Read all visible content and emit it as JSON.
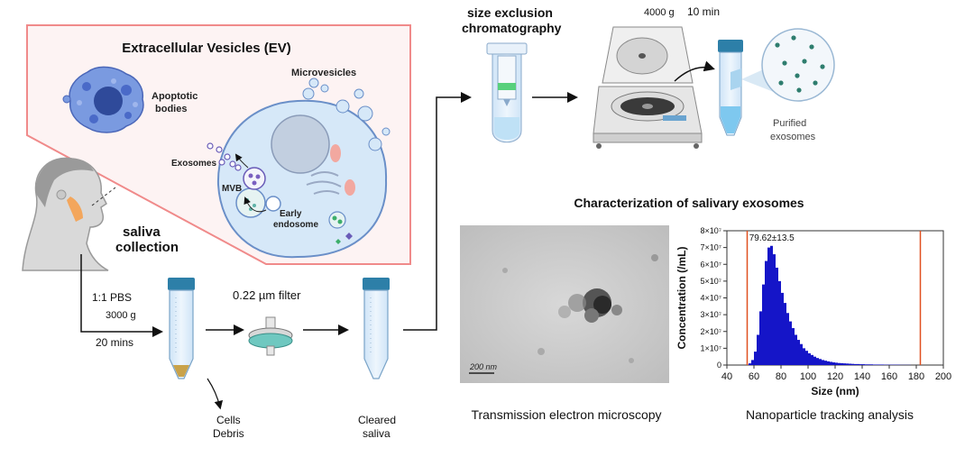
{
  "ev_panel": {
    "title": "Extracellular Vesicles (EV)",
    "apoptotic_line1": "Apoptotic",
    "apoptotic_line2": "bodies",
    "microvesicles": "Microvesicles",
    "exosomes": "Exosomes",
    "mvb": "MVB",
    "early_line1": "Early",
    "early_line2": "endosome"
  },
  "collection": {
    "line1": "saliva",
    "line2": "collection",
    "pbs": "1:1 PBS",
    "g": "3000 g",
    "time": "20 mins",
    "filter": "0.22 µm filter",
    "cells_line1": "Cells",
    "cells_line2": "Debris",
    "cleared_line1": "Cleared",
    "cleared_line2": "saliva"
  },
  "purification": {
    "sec_line1": "size exclusion",
    "sec_line2": "chromatography",
    "g": "4000 g",
    "time": "10 min",
    "purified_line1": "Purified",
    "purified_line2": "exosomes"
  },
  "characterization": {
    "title": "Characterization of salivary exosomes",
    "tem_scale": "200 nm",
    "tem_label": "Transmission electron microscopy",
    "nta_label": "Nanoparticle tracking analysis"
  },
  "colors": {
    "pink_border": "#f08080",
    "pink_fill": "#fdecec",
    "cell_blue": "#cfe3f6",
    "bar_blue": "#1515c8",
    "marker_red": "#e05020"
  },
  "chart_data": {
    "type": "bar",
    "xlabel": "Size (nm)",
    "ylabel": "Concentration (/mL)",
    "xlim": [
      40,
      200
    ],
    "ylim": [
      0,
      8
    ],
    "x_ticks": [
      "40",
      "60",
      "80",
      "100",
      "120",
      "140",
      "160",
      "180",
      "200"
    ],
    "y_ticks": [
      "0",
      "1×10⁷",
      "2×10⁷",
      "3×10⁷",
      "4×10⁷",
      "5×10⁷",
      "6×10⁷",
      "7×10⁷",
      "8×10⁷"
    ],
    "annotation": "79.62±13.5",
    "vertical_lines": [
      55,
      183
    ],
    "x": [
      57,
      59,
      61,
      63,
      65,
      67,
      69,
      71,
      73,
      75,
      77,
      79,
      81,
      83,
      85,
      87,
      89,
      91,
      93,
      95,
      97,
      99,
      101,
      103,
      105,
      107,
      109,
      111,
      113,
      115,
      117,
      119,
      121,
      123,
      125,
      127,
      129,
      131,
      133,
      135,
      137,
      139,
      141,
      143,
      145,
      147,
      149,
      151,
      153,
      155,
      157,
      159,
      161,
      163,
      165,
      167,
      169,
      171,
      173,
      175
    ],
    "values": [
      0.1,
      0.3,
      0.8,
      1.8,
      3.2,
      4.8,
      6.2,
      7.0,
      7.1,
      6.6,
      5.8,
      5.0,
      4.3,
      3.7,
      3.1,
      2.6,
      2.2,
      1.8,
      1.5,
      1.25,
      1.0,
      0.85,
      0.7,
      0.6,
      0.5,
      0.42,
      0.36,
      0.3,
      0.26,
      0.22,
      0.19,
      0.16,
      0.14,
      0.12,
      0.11,
      0.1,
      0.09,
      0.08,
      0.07,
      0.06,
      0.06,
      0.05,
      0.05,
      0.04,
      0.04,
      0.04,
      0.03,
      0.03,
      0.03,
      0.03,
      0.02,
      0.02,
      0.02,
      0.02,
      0.02,
      0.02,
      0.01,
      0.01,
      0.01,
      0.01
    ]
  }
}
